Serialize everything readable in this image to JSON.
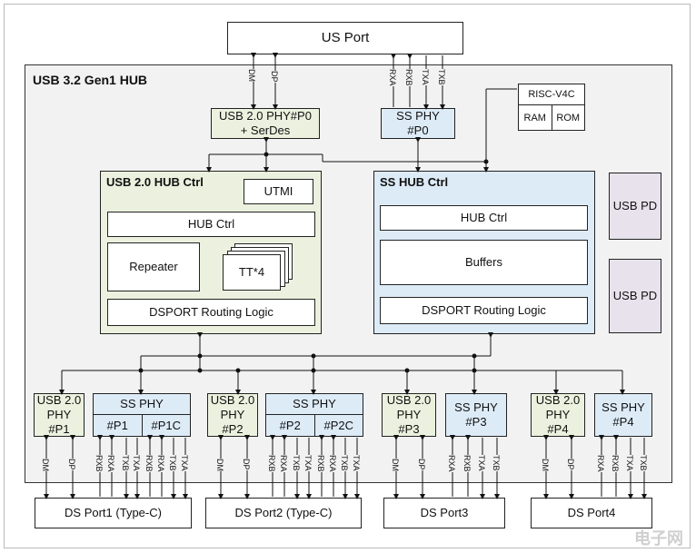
{
  "us_port": "US Port",
  "hub_title": "USB 3.2 Gen1 HUB",
  "usb2_phy_p0": "USB 2.0 PHY#P0\n+ SerDes",
  "ss_phy_p0": "SS PHY\n#P0",
  "risc": {
    "title": "RISC-V4C",
    "ram": "RAM",
    "rom": "ROM"
  },
  "usb2_ctrl": {
    "title": "USB 2.0 HUB Ctrl",
    "utmi": "UTMI",
    "hub_ctrl": "HUB Ctrl",
    "repeater": "Repeater",
    "tt": "TT*4",
    "dsport": "DSPORT Routing Logic"
  },
  "ss_ctrl": {
    "title": "SS HUB Ctrl",
    "hub_ctrl": "HUB Ctrl",
    "buffers": "Buffers",
    "dsport": "DSPORT Routing Logic"
  },
  "usb_pd": [
    "USB PD",
    "USB PD"
  ],
  "us_signals": [
    "DM",
    "DP",
    "RXA",
    "RXB",
    "TXA",
    "TXB"
  ],
  "ports": [
    {
      "usb2": "USB 2.0\nPHY\n#P1",
      "ss_title": "SS PHY",
      "ss_sub": [
        "#P1",
        "#P1C"
      ],
      "ds": "DS Port1 (Type-C)",
      "signals": [
        "DM",
        "DP",
        "RXB",
        "RXA",
        "TXB",
        "TXA",
        "RXB",
        "RXA",
        "TXB",
        "TXA"
      ]
    },
    {
      "usb2": "USB 2.0\nPHY\n#P2",
      "ss_title": "SS PHY",
      "ss_sub": [
        "#P2",
        "#P2C"
      ],
      "ds": "DS Port2 (Type-C)",
      "signals": [
        "DM",
        "DP",
        "RXB",
        "RXA",
        "TXB",
        "TXA",
        "RXB",
        "RXA",
        "TXB",
        "TXA"
      ]
    },
    {
      "usb2": "USB 2.0\nPHY\n#P3",
      "ss_title": "SS PHY\n#P3",
      "ds": "DS Port3",
      "signals": [
        "DM",
        "DP",
        "RXA",
        "RXB",
        "TXA",
        "TXB"
      ]
    },
    {
      "usb2": "USB 2.0\nPHY\n#P4",
      "ss_title": "SS PHY\n#P4",
      "ds": "DS Port4",
      "signals": [
        "DM",
        "DP",
        "RXA",
        "RXB",
        "TXA",
        "TXB"
      ]
    }
  ],
  "watermark": "电子网"
}
